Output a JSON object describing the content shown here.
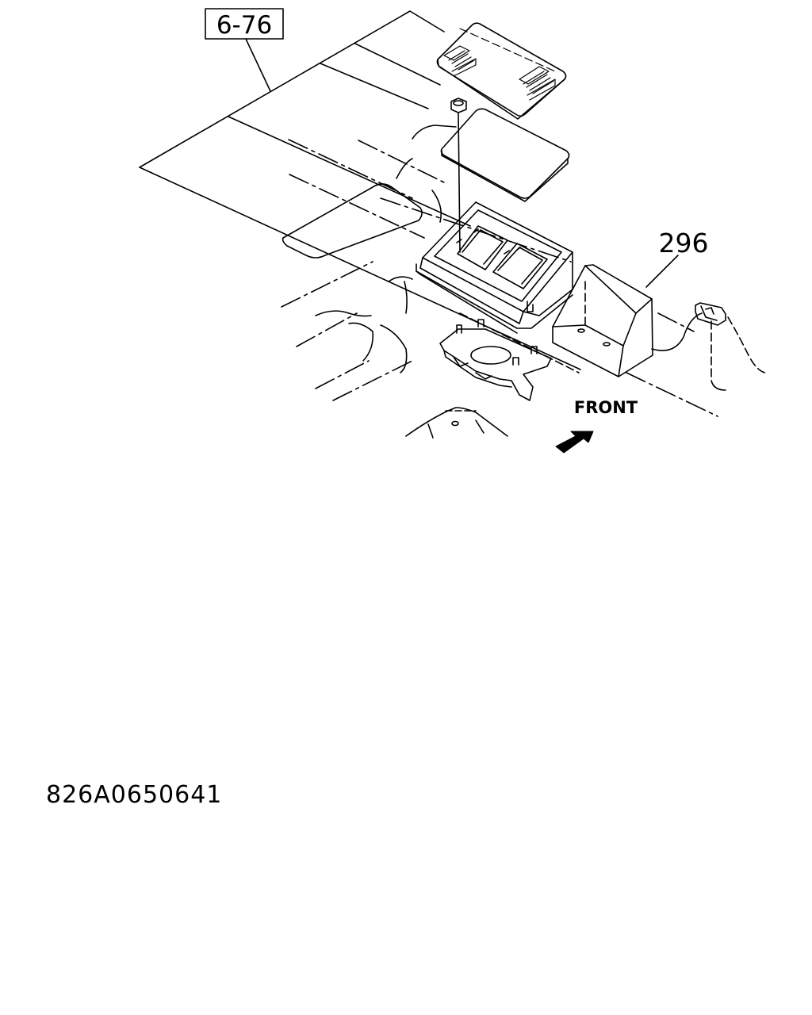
{
  "diagram": {
    "reference_label": "6-76",
    "part_callout": "296",
    "direction_label": "FRONT",
    "drawing_code": "826A0650641",
    "components": {
      "floor_panel": "floor-panel",
      "lid_cover": "console-lid-cover",
      "lid_pad": "console-lid-pad",
      "console_box": "console-box",
      "bracket_plate": "mounting-bracket-plate",
      "rear_console": "rear-console-part",
      "front_arrow": "front-direction-arrow",
      "clip": "retaining-clip"
    }
  }
}
